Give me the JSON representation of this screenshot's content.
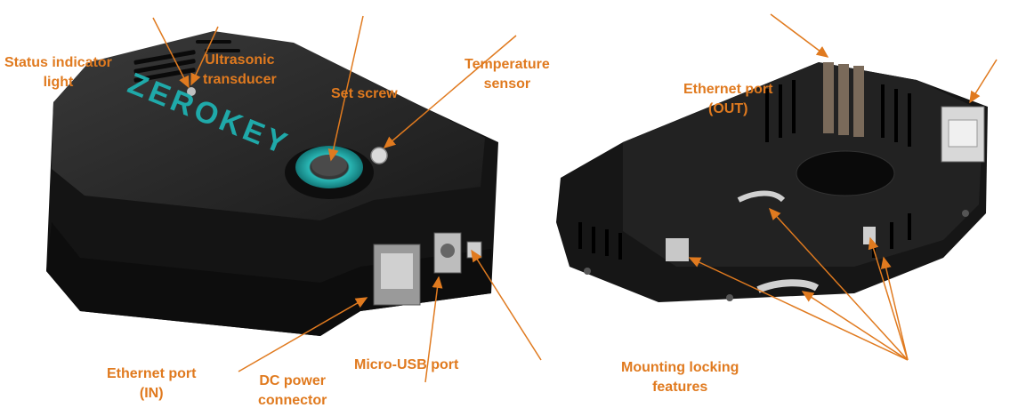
{
  "colors": {
    "label": "#e07a1f",
    "device_body": "#1b1b1b",
    "device_top": "#2a2a2a",
    "accent_teal": "#1fa9a9"
  },
  "device_front": {
    "brand_text": "ZEROKEY"
  },
  "labels": {
    "status_light": [
      "Status indicator",
      "light"
    ],
    "ultrasonic": [
      "Ultrasonic",
      "transducer"
    ],
    "set_screw": [
      "Set screw"
    ],
    "temperature": [
      "Temperature",
      "sensor"
    ],
    "eth_in": [
      "Ethernet port",
      "(IN)"
    ],
    "dc_power": [
      "DC power",
      "connector"
    ],
    "micro_usb": [
      "Micro-USB port"
    ],
    "eth_out": [
      "Ethernet port",
      "(OUT)"
    ],
    "mounting": [
      "Mounting locking",
      "features"
    ]
  }
}
